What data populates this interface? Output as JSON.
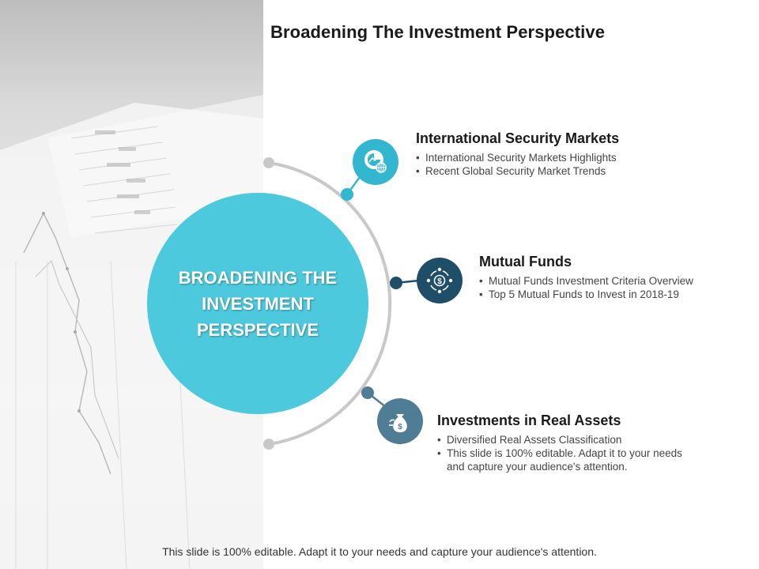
{
  "slide": {
    "title": "Broadening The Investment Perspective",
    "hub_label": "BROADENING THE INVESTMENT PERSPECTIVE",
    "colors": {
      "hub": "#3ec4da",
      "teal": "#33b6d0",
      "navy": "#1f4e69",
      "slate": "#4f7d96",
      "arc": "#c8c8c8"
    },
    "items": [
      {
        "heading": "International Security Markets",
        "icon": "globe-chart-icon",
        "bullets": [
          "International Security Markets Highlights",
          "Recent Global Security Market Trends"
        ]
      },
      {
        "heading": "Mutual Funds",
        "icon": "dollar-people-icon",
        "bullets": [
          "Mutual Funds Investment Criteria Overview",
          "Top 5 Mutual Funds to Invest in 2018-19"
        ]
      },
      {
        "heading": "Investments in Real Assets",
        "icon": "money-bag-icon",
        "bullets": [
          "Diversified Real Assets Classification",
          "This slide is 100% editable. Adapt it to your needs and capture your audience's attention."
        ]
      }
    ],
    "footer": "This slide is 100% editable. Adapt it to your needs and capture your audience's attention."
  }
}
